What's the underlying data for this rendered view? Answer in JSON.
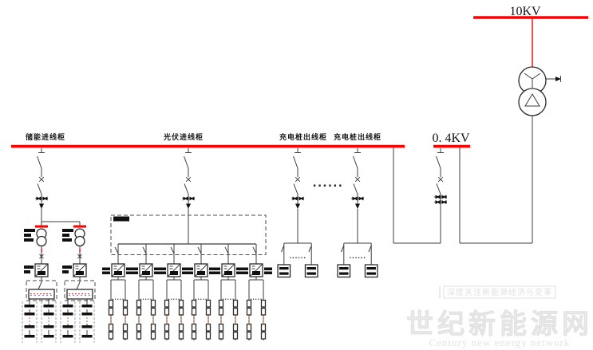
{
  "buses": {
    "hv_label": "10KV",
    "lv_label": "0. 4KV"
  },
  "cabinets": {
    "storage": "储能进线柜",
    "pv": "光伏进线柜",
    "charging_1": "充电桩出线柜",
    "charging_2": "充电桩出线柜"
  },
  "separators": {
    "feeder_ellipsis": "......",
    "branch_ellipsis": "......",
    "string_ellipsis": "....."
  },
  "watermark": {
    "badge": "深度关注新能源经济与变革",
    "title": "世纪新能源网",
    "subtitle": "Century new energy network"
  },
  "colors": {
    "bus_red": "#ff0000",
    "line_dark": "#3c3c3c",
    "watermark_gray": "#ebebeb"
  }
}
